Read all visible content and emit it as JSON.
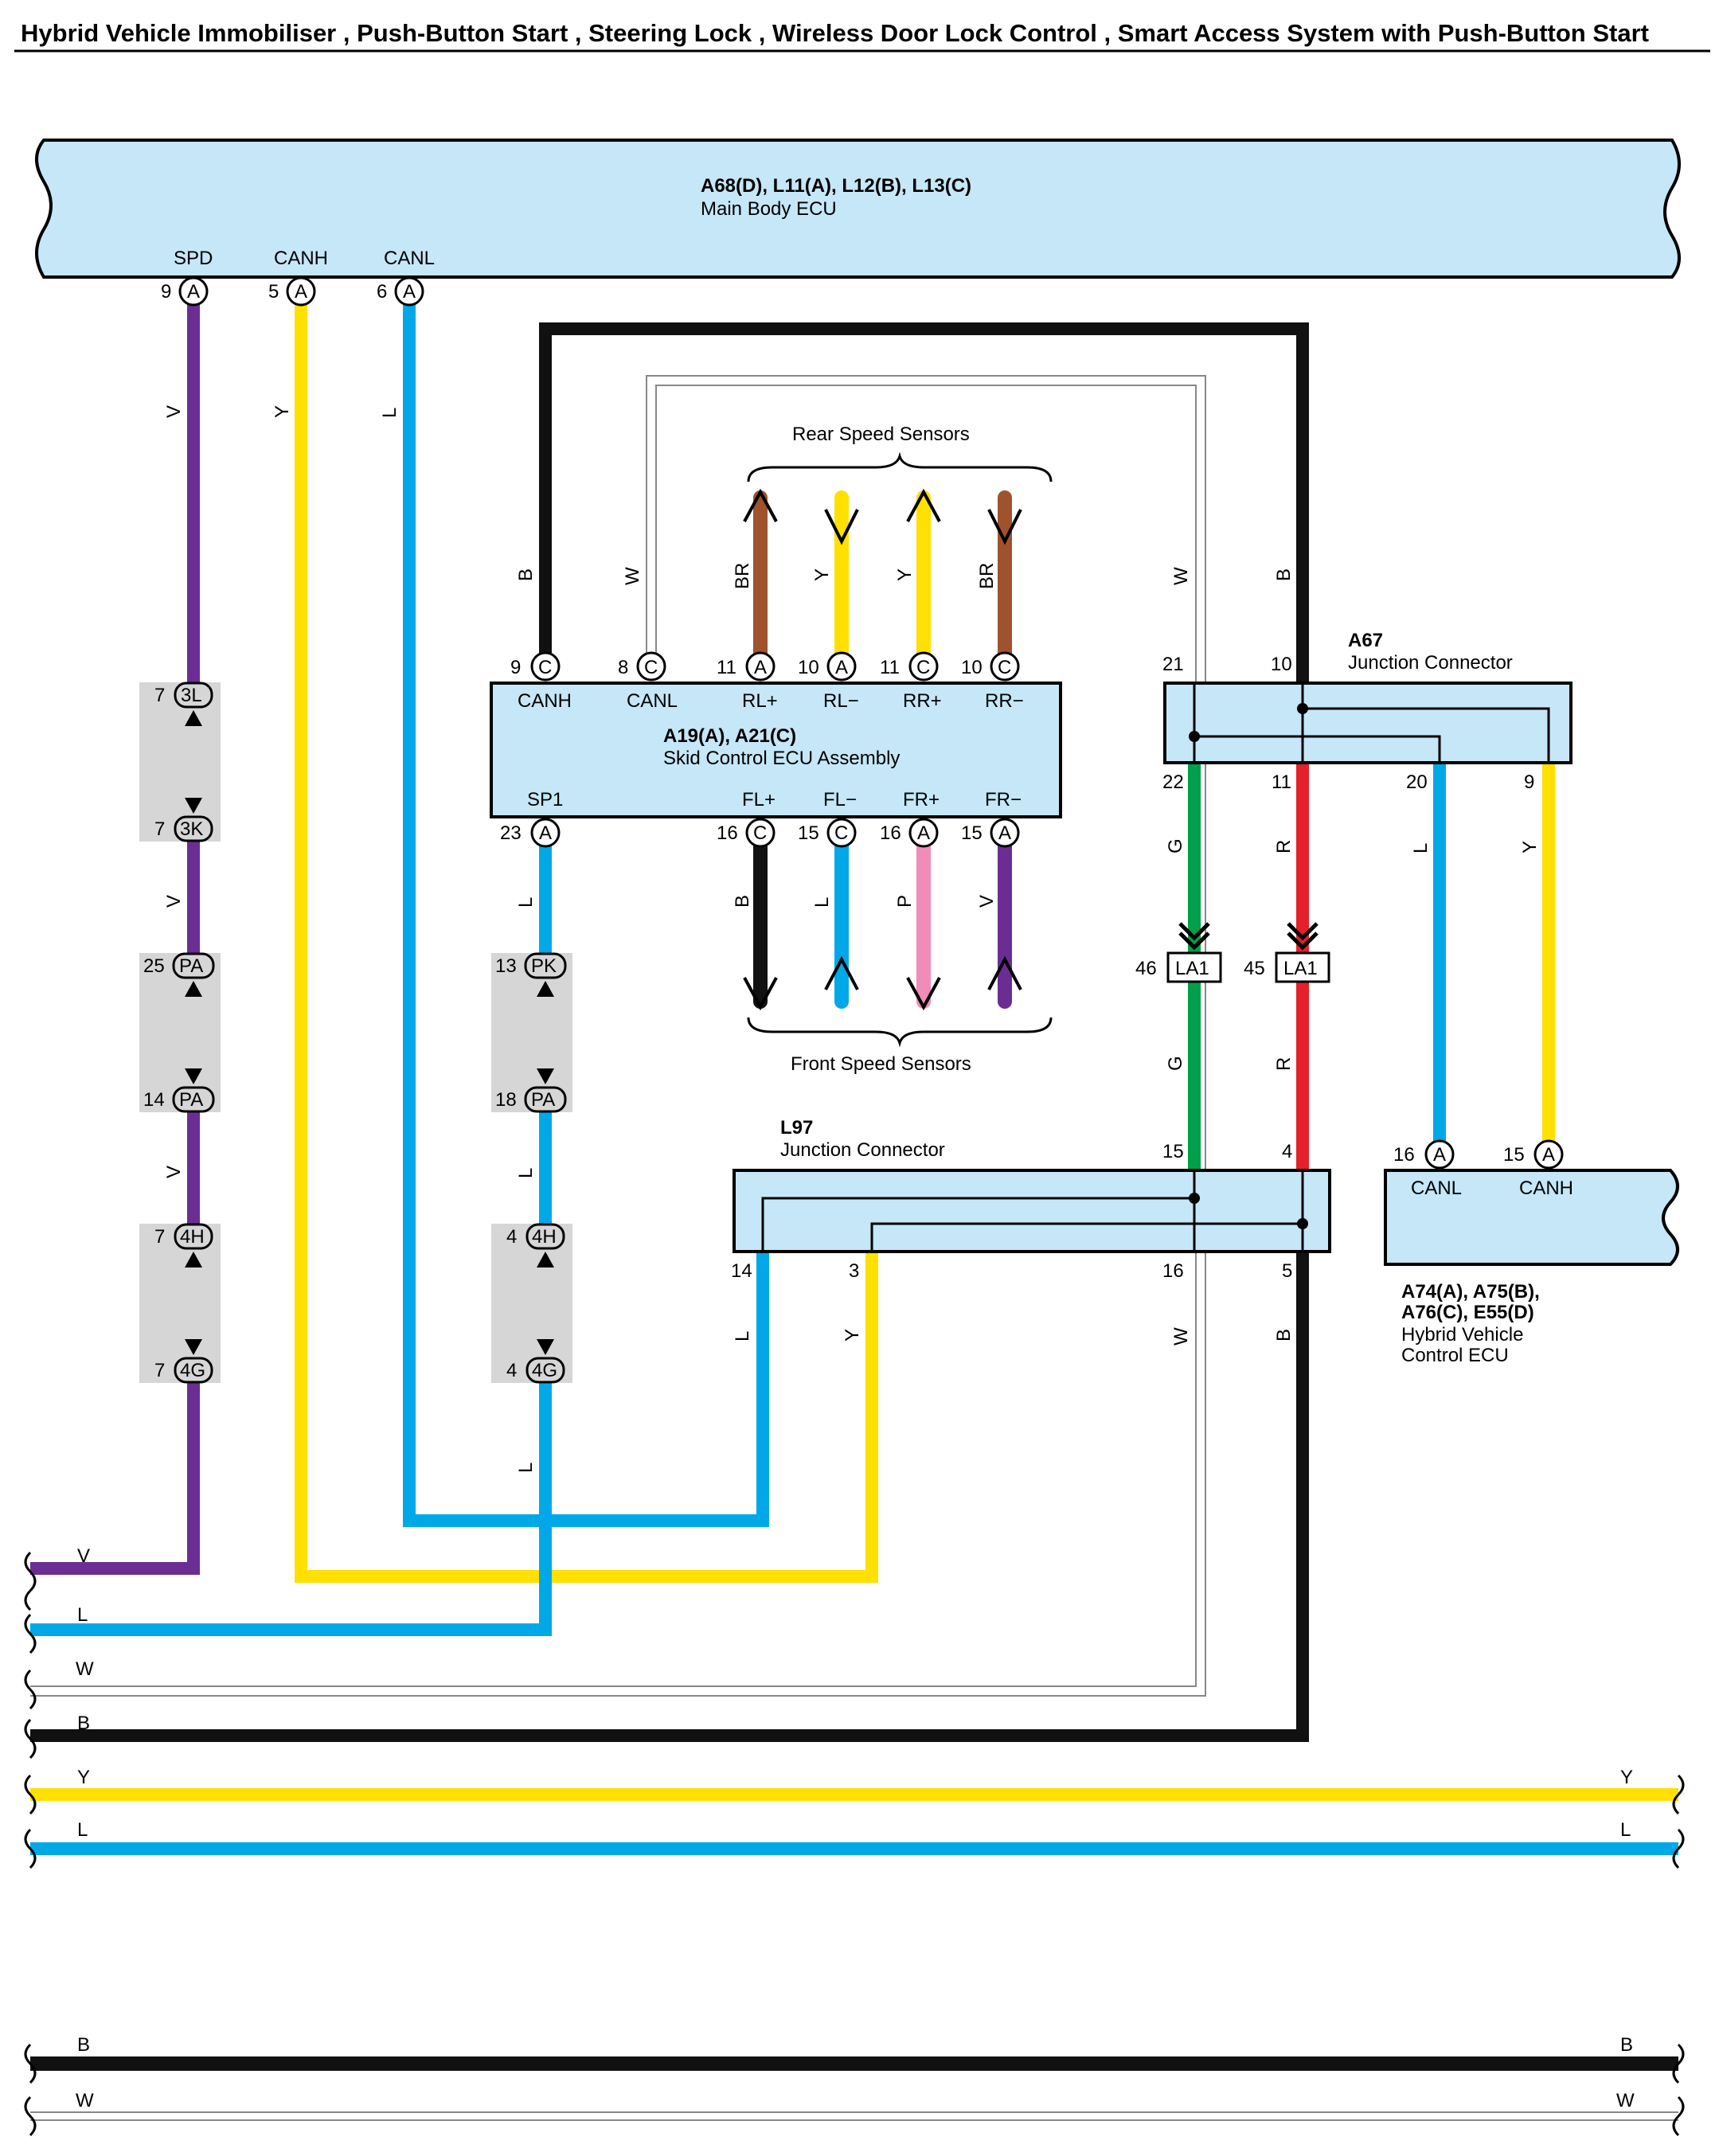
{
  "title": "Hybrid Vehicle Immobiliser , Push-Button Start , Steering Lock , Wireless Door Lock Control , Smart Access System with Push-Button Start",
  "colors": {
    "V": "#6b2d93",
    "Y": "#ffe000",
    "L": "#00a8e8",
    "B": "#111111",
    "W": "#ffffff",
    "BR": "#a0522d",
    "G": "#00a04a",
    "R": "#e5202a",
    "P": "#f08cb8",
    "box": "#c5e7f7",
    "connector": "#d6d6d6"
  },
  "main_body_ecu": {
    "id": "A68(D), L11(A), L12(B), L13(C)",
    "name": "Main Body ECU",
    "pins": [
      {
        "name": "SPD",
        "num": "9",
        "conn": "A"
      },
      {
        "name": "CANH",
        "num": "5",
        "conn": "A"
      },
      {
        "name": "CANL",
        "num": "6",
        "conn": "A"
      }
    ]
  },
  "skid_ecu": {
    "id": "A19(A), A21(C)",
    "name": "Skid Control ECU Assembly",
    "top_pins": [
      {
        "name": "CANH",
        "num": "9",
        "conn": "C"
      },
      {
        "name": "CANL",
        "num": "8",
        "conn": "C"
      },
      {
        "name": "RL+",
        "num": "11",
        "conn": "A"
      },
      {
        "name": "RL−",
        "num": "10",
        "conn": "A"
      },
      {
        "name": "RR+",
        "num": "11",
        "conn": "C"
      },
      {
        "name": "RR−",
        "num": "10",
        "conn": "C"
      }
    ],
    "bottom_pins": [
      {
        "name": "SP1",
        "num": "23",
        "conn": "A"
      },
      {
        "name": "FL+",
        "num": "16",
        "conn": "C"
      },
      {
        "name": "FL−",
        "num": "15",
        "conn": "C"
      },
      {
        "name": "FR+",
        "num": "16",
        "conn": "A"
      },
      {
        "name": "FR−",
        "num": "15",
        "conn": "A"
      }
    ]
  },
  "rear_sensors_label": "Rear Speed Sensors",
  "front_sensors_label": "Front Speed Sensors",
  "a67": {
    "id": "A67",
    "name": "Junction Connector",
    "top_pins": [
      "21",
      "10"
    ],
    "bottom_pins": [
      "22",
      "11",
      "20",
      "9"
    ]
  },
  "l97": {
    "id": "L97",
    "name": "Junction Connector",
    "top_pins": [
      "15",
      "4"
    ],
    "bottom_pins": [
      "14",
      "3",
      "16",
      "5"
    ]
  },
  "hv_ecu": {
    "id_line1": "A74(A), A75(B),",
    "id_line2": "A76(C), E55(D)",
    "name_line1": "Hybrid Vehicle",
    "name_line2": "Control ECU",
    "pins": [
      {
        "name": "CANL",
        "num": "16",
        "conn": "A"
      },
      {
        "name": "CANH",
        "num": "15",
        "conn": "A"
      }
    ]
  },
  "la1": [
    {
      "num": "46",
      "label": "LA1"
    },
    {
      "num": "45",
      "label": "LA1"
    }
  ],
  "inline_connectors": [
    {
      "top_num": "7",
      "top": "3L",
      "bot_num": "7",
      "bot": "3K"
    },
    {
      "top_num": "25",
      "top": "PA",
      "bot_num": "14",
      "bot": "PA"
    },
    {
      "top_num": "7",
      "top": "4H",
      "bot_num": "7",
      "bot": "4G"
    },
    {
      "top_num": "13",
      "top": "PK",
      "bot_num": "18",
      "bot": "PA"
    },
    {
      "top_num": "4",
      "top": "4H",
      "bot_num": "4",
      "bot": "4G"
    }
  ],
  "wire_codes": {
    "V": "V",
    "Y": "Y",
    "L": "L",
    "B": "B",
    "W": "W",
    "BR": "BR",
    "G": "G",
    "R": "R",
    "P": "P"
  }
}
